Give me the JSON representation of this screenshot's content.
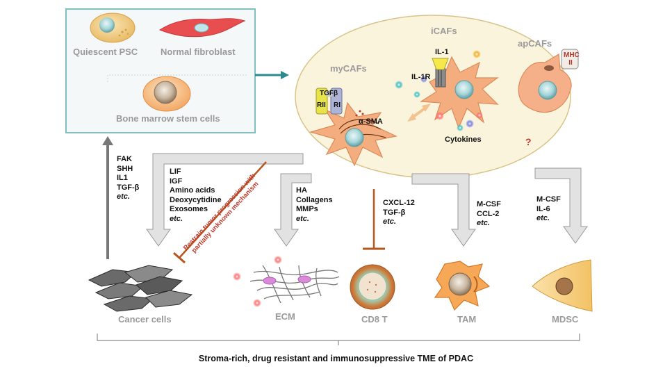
{
  "origins": {
    "quiescent_psc": "Quiescent  PSC",
    "normal_fibroblast": "Normal fibroblast",
    "bone_marrow": "Bone marrow stem cells"
  },
  "caf_subtypes": {
    "icafs": "iCAFs",
    "apcafs": "apCAFs",
    "mycafs": "myCAFs",
    "il1": "IL-1",
    "il1r": "IL-1R",
    "tgfb": "TGFβ",
    "rii": "RII",
    "ri": "RI",
    "asma": "α-SMA",
    "cytokines": "Cytokines",
    "mhc": "MHC",
    "mhc_ii": "II",
    "question": "?"
  },
  "factors": {
    "to_stroma": [
      "FAK",
      "SHH",
      "IL1",
      "TGF-β",
      "etc."
    ],
    "to_cancer": [
      "LIF",
      "IGF",
      "Amino acids",
      "Deoxycytidine",
      "Exosomes",
      "etc."
    ],
    "to_ecm": [
      "HA",
      "Collagens",
      "MMPs",
      "etc."
    ],
    "to_cd8": [
      "CXCL-12",
      "TGF-β",
      "etc."
    ],
    "to_tam": [
      "M-CSF",
      "CCL-2",
      "etc."
    ],
    "to_mdsc": [
      "M-CSF",
      "IL-6",
      "etc."
    ]
  },
  "restrain": {
    "line1": "Restrain tumor progression with",
    "line2": "partially unknown mechanism"
  },
  "targets": {
    "cancer": "Cancer cells",
    "ecm": "ECM",
    "cd8": "CD8 T",
    "tam": "TAM",
    "mdsc": "MDSC"
  },
  "summary": "Stroma-rich, drug resistant and immunosuppressive TME of PDAC",
  "colors": {
    "origin_box_border": "#7fbfc0",
    "origin_box_fill": "#f4f8f8",
    "caf_ellipse_fill": "#fbf4dd",
    "caf_ellipse_border": "#d8c48a",
    "caf_cell": "#f4ad7e",
    "teal_arrow": "#2b8a8e",
    "inhibit_line": "#b5561f",
    "gray_arrow": "#e2e2e2",
    "question": "#c0392b"
  }
}
